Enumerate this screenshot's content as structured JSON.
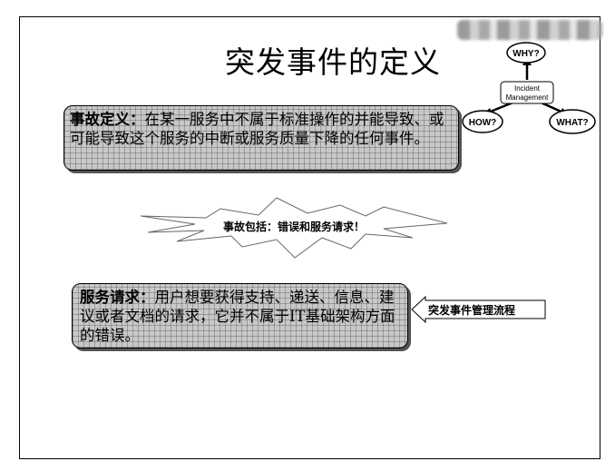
{
  "title": "突发事件的定义",
  "diagram": {
    "center_line1": "Incident",
    "center_line2": "Management",
    "why": "WHY?",
    "how": "HOW?",
    "what": "WHAT?"
  },
  "definition": {
    "term": "事故定义：",
    "text": "在某一服务中不属于标准操作的并能导致、或可能导致这个服务的中断或服务质量下降的任何事件。"
  },
  "burst_text": "事故包括：错误和服务请求！",
  "service_request": {
    "term": "服务请求：",
    "text": "用户想要获得支持、递送、信息、建议或者文档的请求，它并不属于IT基础架构方面的错误。"
  },
  "callout_text": "突发事件管理流程"
}
